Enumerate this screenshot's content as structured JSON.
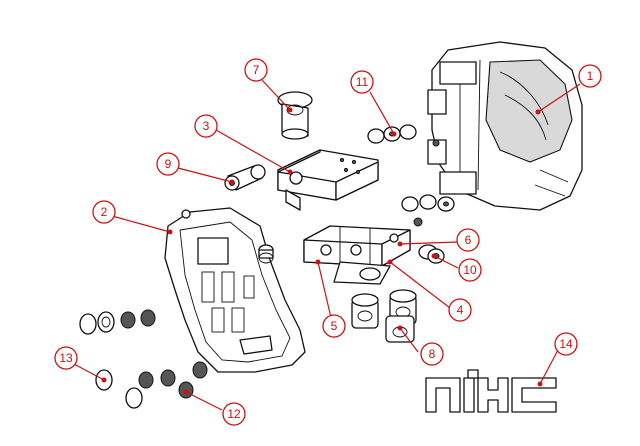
{
  "callouts": [
    "1",
    "2",
    "3",
    "4",
    "5",
    "6",
    "7",
    "8",
    "9",
    "10",
    "11",
    "12",
    "13",
    "14"
  ],
  "colors": {
    "leader": "#cc1111",
    "line": "#111111",
    "shade": "#d9d9d9"
  },
  "icons": [
    "mecanum-wheel-icon",
    "wheel-plate-icon",
    "nhc-logo-icon"
  ]
}
